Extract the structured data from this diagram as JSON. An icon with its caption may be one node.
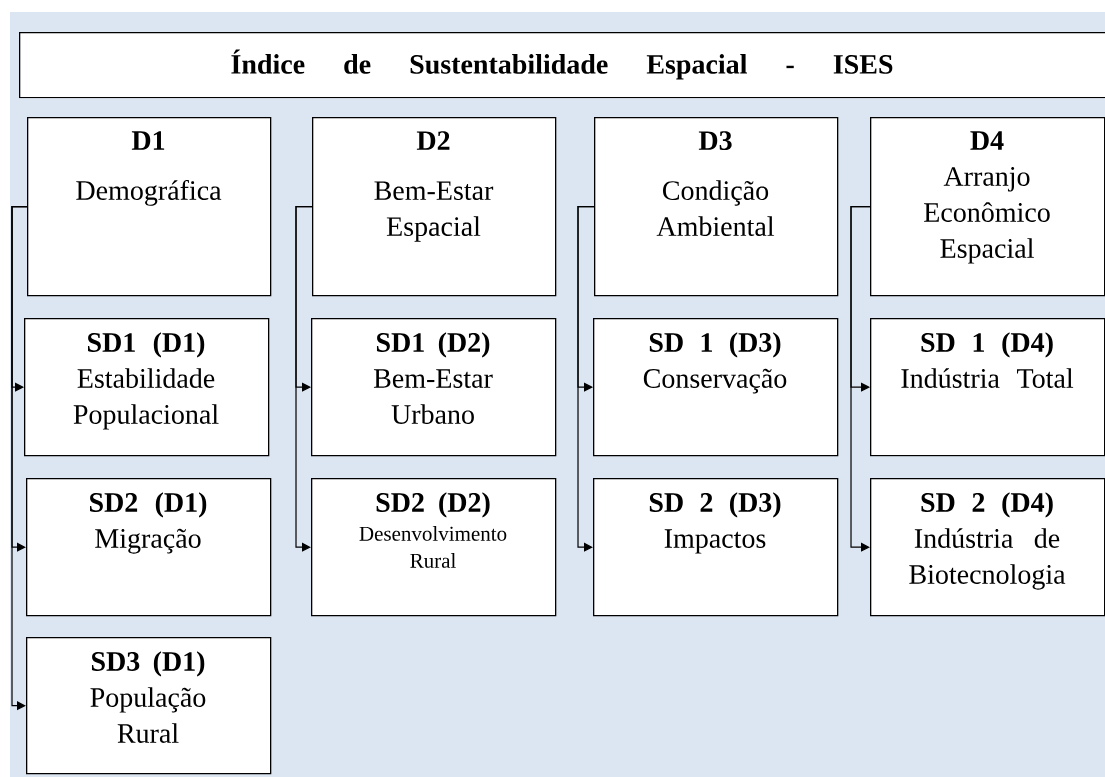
{
  "diagram": {
    "nodes": [
      {
        "text": [
          "Índice de Sustentabilidade Espacial - ISES"
        ]
      },
      {
        "text": [
          "D1",
          "Demográfica"
        ]
      },
      {
        "text": [
          "SD1 (D1)",
          "Estabilidade Populacional"
        ]
      },
      {
        "text": [
          "SD2 (D1)",
          "Migração"
        ]
      },
      {
        "text": [
          "SD3 (D1)",
          "População Rural"
        ]
      },
      {
        "text": [
          "D2",
          "Bem-Estar Espacial"
        ]
      },
      {
        "text": [
          "SD1 (D2)",
          "Bem-Estar Urbano"
        ]
      },
      {
        "text": [
          "SD2 (D2)",
          "Desenvolvimento Rural"
        ]
      },
      {
        "text": [
          "D3",
          "Condição Ambiental"
        ]
      },
      {
        "text": [
          "SD 1 (D3)",
          "Conservação"
        ]
      },
      {
        "text": [
          "SD 2 (D3)",
          "Impactos"
        ]
      },
      {
        "text": [
          "D4",
          "Arranjo Econômico Espacial"
        ]
      },
      {
        "text": [
          "SD 1 (D4)",
          "Indústria Total"
        ]
      },
      {
        "text": [
          "SD 2 (D4)",
          "Indústria de Biotecnologia"
        ]
      }
    ],
    "edges": [
      {
        "from": 1,
        "to": 2,
        "arrow": "to"
      },
      {
        "from": 1,
        "to": 3,
        "arrow": "to"
      },
      {
        "from": 1,
        "to": 4,
        "arrow": "to"
      },
      {
        "from": 5,
        "to": 6,
        "arrow": "to"
      },
      {
        "from": 5,
        "to": 7,
        "arrow": "to"
      },
      {
        "from": 8,
        "to": 9,
        "arrow": "to"
      },
      {
        "from": 8,
        "to": 10,
        "arrow": "to"
      },
      {
        "from": 11,
        "to": 12,
        "arrow": "to"
      },
      {
        "from": 11,
        "to": 13,
        "arrow": "to"
      }
    ]
  }
}
